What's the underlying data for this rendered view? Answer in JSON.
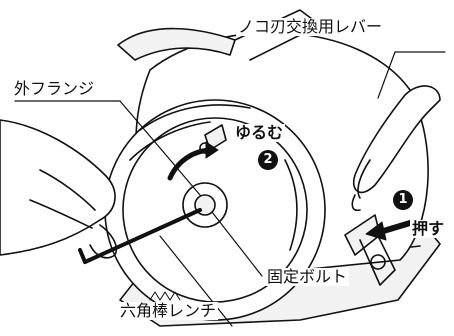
{
  "labels": {
    "lever": "ノコ刃交換用レバー",
    "outer_flange": "外フランジ",
    "loosen": "ゆるむ",
    "press": "押す",
    "fixing_bolt": "固定ボルト",
    "hex_wrench": "六角棒レンチ"
  },
  "steps": {
    "one": "1",
    "two": "2"
  },
  "colors": {
    "ink": "#111111",
    "background": "#ffffff",
    "metal": "#f2f2f2"
  },
  "icons": [
    "rotation-arrow-icon",
    "press-arrow-icon"
  ]
}
